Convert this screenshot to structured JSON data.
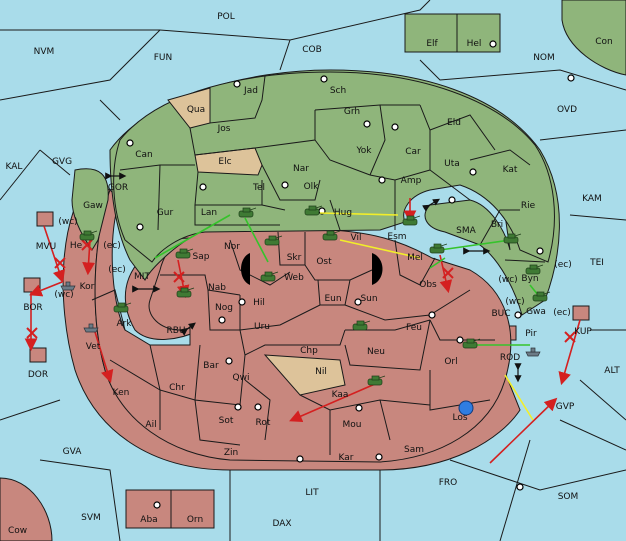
{
  "colors": {
    "sea": "#a9dcea",
    "power_green": "#8fb57b",
    "power_red": "#c8877e",
    "neutral": "#ddc39a",
    "move_arrow": "#d42020",
    "support_green": "#35c32b",
    "support_yellow": "#f2ee2a",
    "unit_army": "#3f7a34"
  },
  "sea_labels": [
    "POL",
    "NVM",
    "FUN",
    "COB",
    "NOM",
    "Con",
    "KAL",
    "GVG",
    "OVD",
    "KAM",
    "TEI",
    "MIT",
    "RBU",
    "BUC",
    "ALT",
    "SMA",
    "GOR",
    "GVA",
    "FRO",
    "SOM",
    "LIT",
    "SVM",
    "DAX",
    "Cow"
  ],
  "green_labels": [
    "Jad",
    "Sch",
    "Jos",
    "Grh",
    "Can",
    "Eld",
    "Car",
    "Yok",
    "Nar",
    "Uta",
    "Kat",
    "Amp",
    "Olk",
    "Gur",
    "Tel",
    "Rie",
    "Lan",
    "Hug",
    "Bri",
    "Esm",
    "Gaw",
    "Vil",
    "Sap",
    "Mel",
    "Byn",
    "Gwa"
  ],
  "neutral_labels": [
    "Qua",
    "Elc",
    "Nil",
    "Elf",
    "Hel"
  ],
  "red_labels": [
    "Nor",
    "Skr",
    "Ost",
    "Web",
    "Nab",
    "Eun",
    "Sun",
    "Obs",
    "Kor",
    "Hil",
    "Nog",
    "Ark",
    "Uru",
    "Feu",
    "Pir",
    "Vet",
    "Qwi",
    "Chp",
    "Neu",
    "Orl",
    "Chr",
    "Bar",
    "Ken",
    "Ail",
    "Sot",
    "Rot",
    "Kaa",
    "Mou",
    "Los",
    "Zin",
    "Kar",
    "Sam",
    "He",
    "MVU",
    "BOR",
    "DOR",
    "KUP",
    "GVP",
    "ROD",
    "Aba",
    "Orn"
  ],
  "coast_tags": [
    "(wc)",
    "(ec)",
    "(ec)",
    "(wc)",
    "(wc)",
    "(ec)",
    "(wc)",
    "(ec)"
  ]
}
